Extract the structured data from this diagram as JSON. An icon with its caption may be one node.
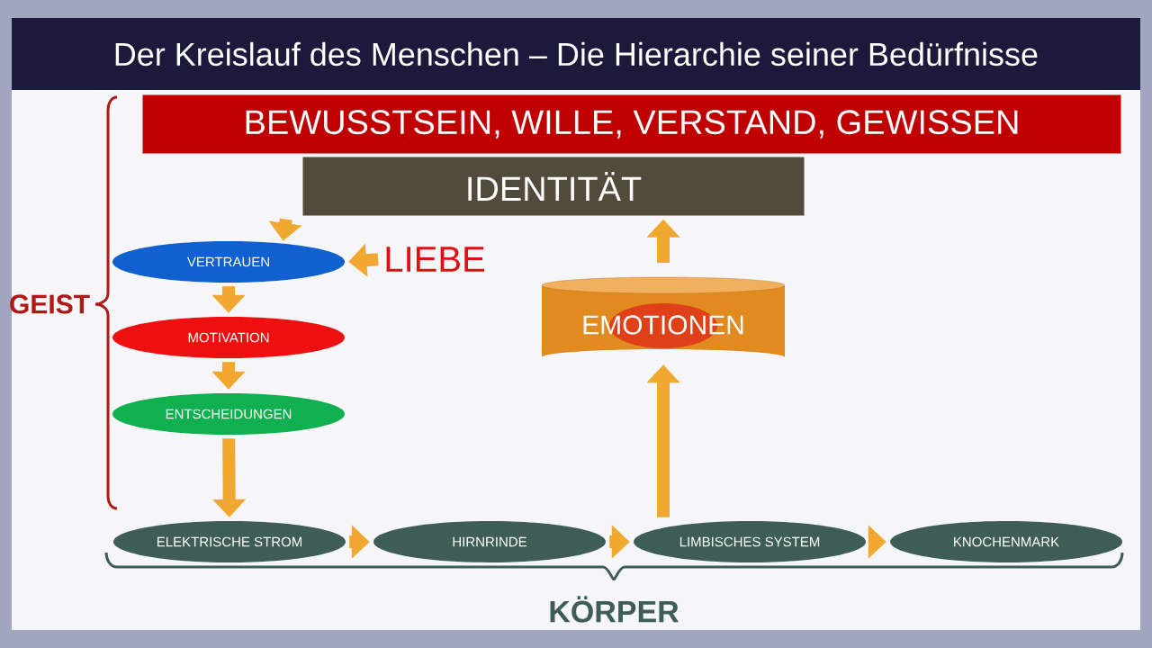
{
  "diagram": {
    "title": "Der Kreislauf des Menschen – Die Hierarchie seiner Bedürfnisse",
    "nodes": [
      {
        "text": [
          "BEWUSSTSEIN, WILLE, VERSTAND, GEWISSEN"
        ]
      },
      {
        "text": [
          "IDENTITÄT"
        ]
      },
      {
        "text": [
          "VERTRAUEN"
        ]
      },
      {
        "text": [
          "LIEBE"
        ]
      },
      {
        "text": [
          "MOTIVATION"
        ]
      },
      {
        "text": [
          "ENTSCHEIDUNGEN"
        ]
      },
      {
        "text": [
          "ELEKTRISCHE STROM"
        ]
      },
      {
        "text": [
          "HIRNRINDE"
        ]
      },
      {
        "text": [
          "LIMBISCHES SYSTEM"
        ]
      },
      {
        "text": [
          "KNOCHENMARK"
        ]
      },
      {
        "text": [
          "EMOTIONEN"
        ]
      }
    ],
    "edges": [
      {
        "from": 1,
        "to": 2,
        "arrow": "to"
      },
      {
        "from": 3,
        "to": 2,
        "arrow": "to"
      },
      {
        "from": 2,
        "to": 4,
        "arrow": "to"
      },
      {
        "from": 4,
        "to": 5,
        "arrow": "to"
      },
      {
        "from": 5,
        "to": 6,
        "arrow": "to"
      },
      {
        "from": 6,
        "to": 7,
        "arrow": "to"
      },
      {
        "from": 7,
        "to": 8,
        "arrow": "to"
      },
      {
        "from": 8,
        "to": 9,
        "arrow": "to"
      },
      {
        "from": 8,
        "to": 10,
        "arrow": "to"
      },
      {
        "from": 10,
        "to": 1,
        "arrow": "to"
      }
    ],
    "labels": [
      "GEIST",
      "KÖRPER"
    ]
  }
}
